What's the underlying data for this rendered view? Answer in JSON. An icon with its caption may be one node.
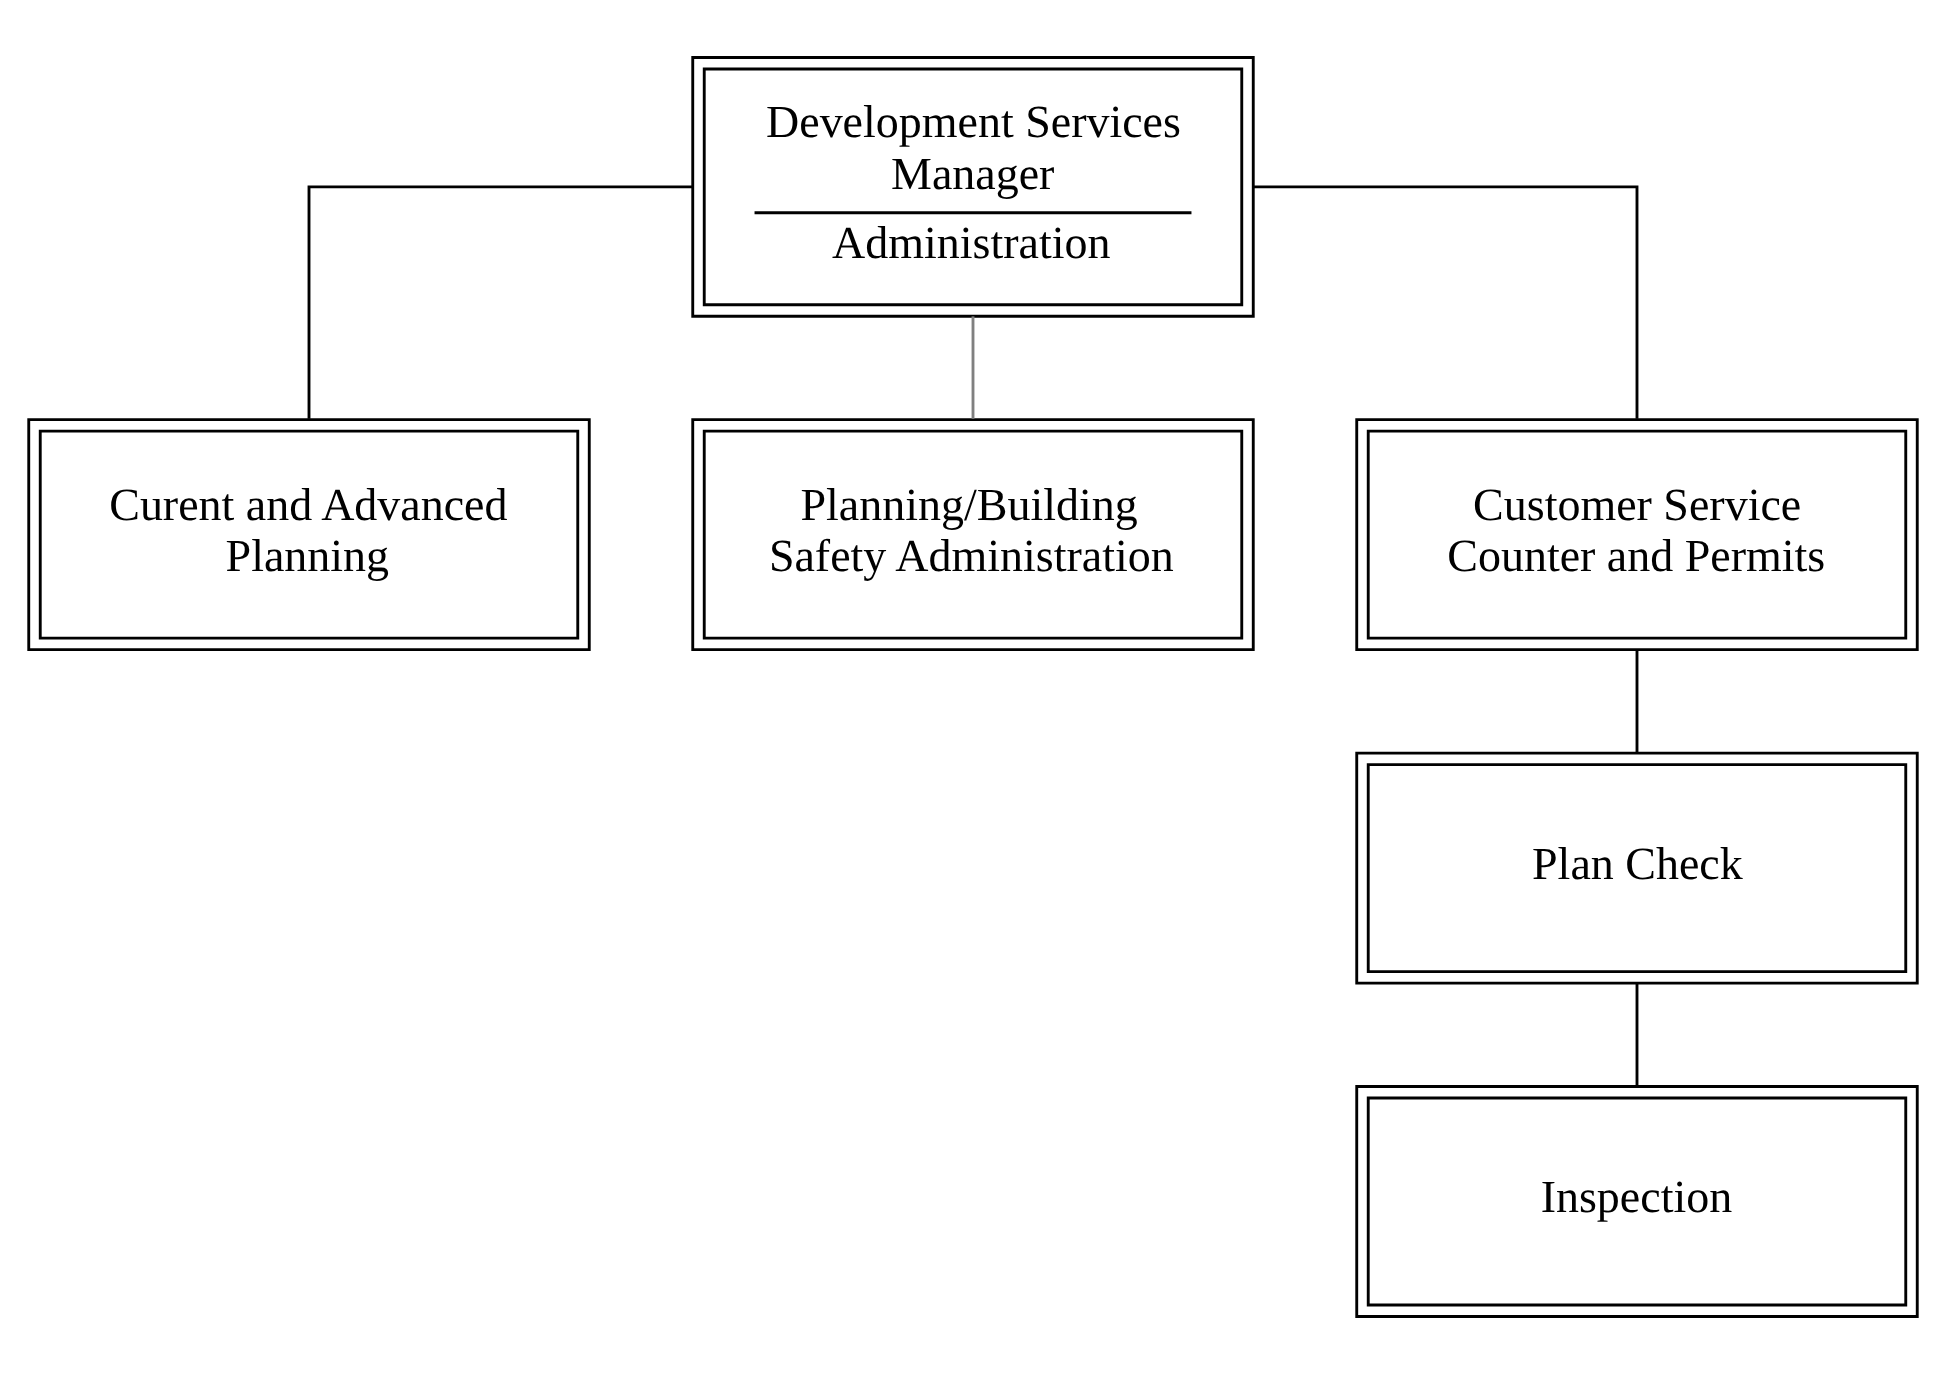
{
  "diagram": {
    "nodes": [
      {
        "text": [
          "Development Services Manager",
          "Administration"
        ]
      },
      {
        "text": [
          "Curent and Advanced Planning"
        ]
      },
      {
        "text": [
          "Planning/Building Safety Administration"
        ]
      },
      {
        "text": [
          "Customer Service Counter and Permits"
        ]
      },
      {
        "text": [
          "Plan Check"
        ]
      },
      {
        "text": [
          "Inspection"
        ]
      }
    ],
    "edges": [
      {
        "from": 0,
        "to": 1,
        "arrow": "none"
      },
      {
        "from": 0,
        "to": 2,
        "arrow": "none",
        "color": "#808080"
      },
      {
        "from": 0,
        "to": 3,
        "arrow": "none"
      },
      {
        "from": 3,
        "to": 4,
        "arrow": "none"
      },
      {
        "from": 4,
        "to": 5,
        "arrow": "none"
      }
    ]
  }
}
